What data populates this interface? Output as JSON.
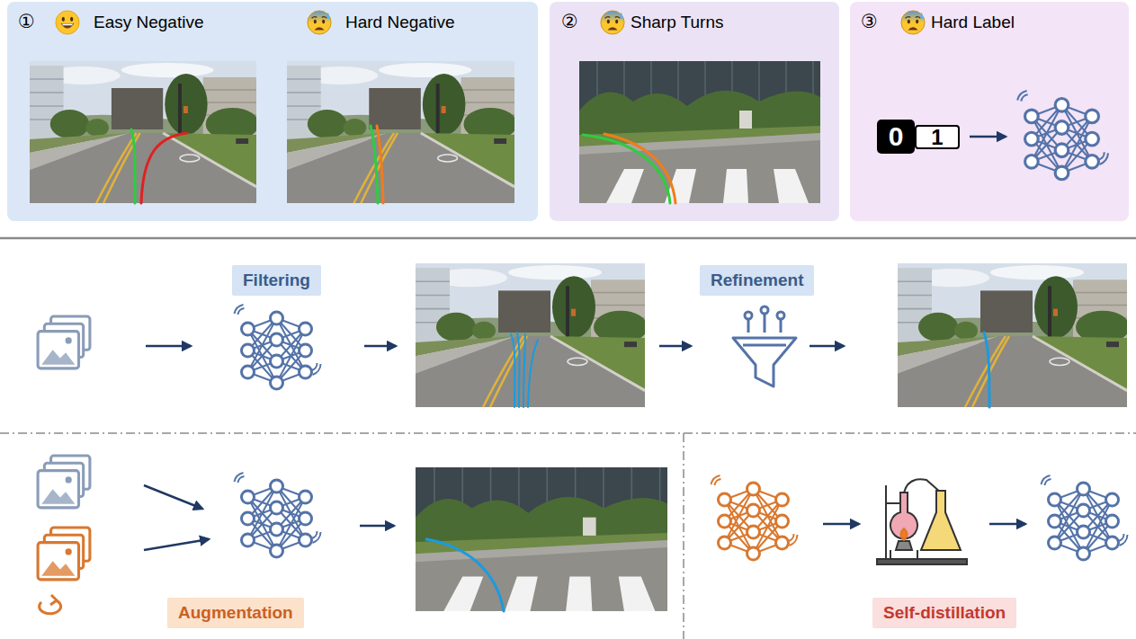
{
  "diagram": {
    "nodes": [
      {
        "text": [
          "①",
          "Easy Negative",
          "Hard Negative"
        ]
      },
      {
        "text": [
          "②",
          "Sharp Turns"
        ]
      },
      {
        "text": [
          "③",
          "Hard Label"
        ]
      },
      {
        "text": [
          "0"
        ],
        "in": 2
      },
      {
        "text": [
          "1"
        ],
        "in": 2
      },
      {
        "text": [
          "Filtering"
        ]
      },
      {
        "text": [
          "Refinement"
        ]
      },
      {
        "text": [
          "Augmentation"
        ]
      },
      {
        "text": [
          "Self-distillation"
        ]
      }
    ]
  }
}
